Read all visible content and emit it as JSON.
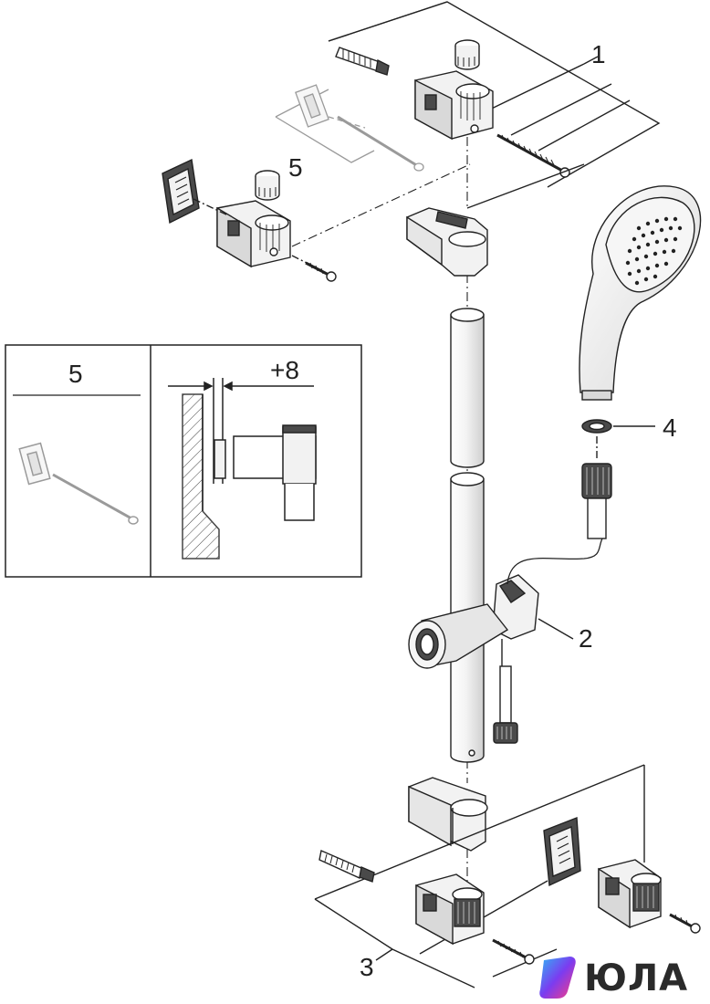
{
  "callouts": {
    "c1": "1",
    "c2": "2",
    "c3": "3",
    "c4": "4",
    "c5": "5"
  },
  "inset": {
    "left_label": "5",
    "offset_label": "+8"
  },
  "brand": {
    "name": "ЮЛА",
    "colors": [
      "#7b3cf0",
      "#2fb6f5",
      "#ff3d7f"
    ]
  },
  "colors": {
    "line": "#222222",
    "fill_light": "#f2f2f2",
    "fill_mid": "#d9d9d9",
    "fill_dark": "#4a4a4a",
    "faded": "#9a9a9a"
  }
}
